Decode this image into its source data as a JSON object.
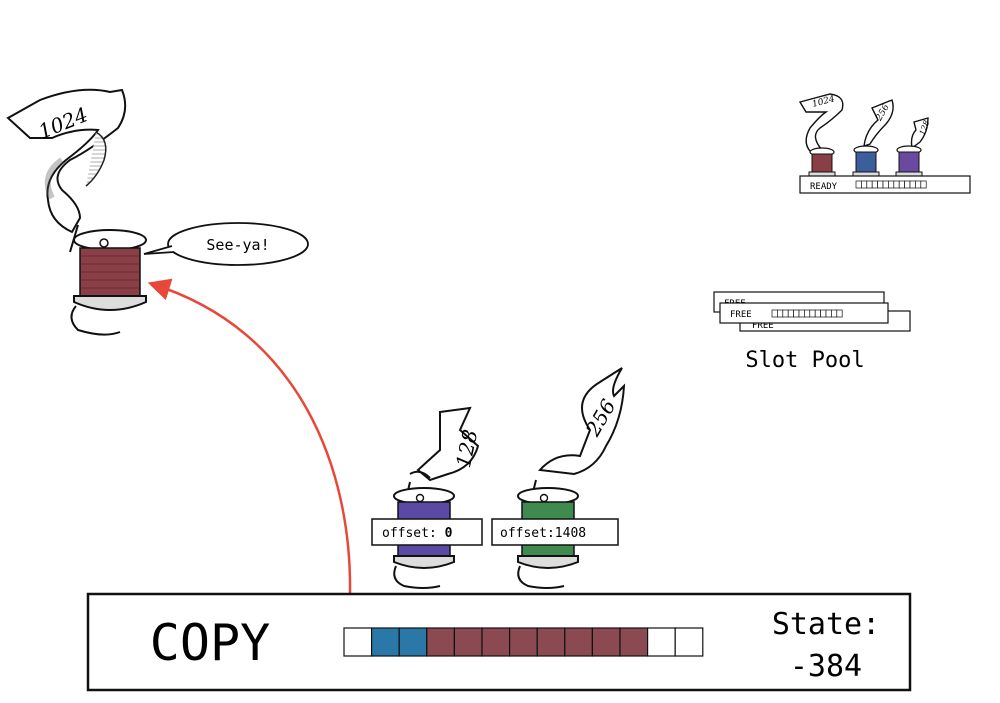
{
  "leaving_spool": {
    "size_label": "1024",
    "speech": "See-ya!",
    "thread_color": "#8a3f46"
  },
  "waiting_spools": [
    {
      "size_label": "128",
      "offset_label": "offset:",
      "offset_value": "0",
      "thread_color": "#5a4aa5"
    },
    {
      "size_label": "256",
      "offset_label": "offset:",
      "offset_value": "1408",
      "thread_color": "#3f8a4f"
    }
  ],
  "ready_slot": {
    "label": "READY",
    "spools": [
      {
        "size_label": "1024",
        "thread_color": "#8a3f46"
      },
      {
        "size_label": "256",
        "thread_color": "#3b5f9a"
      },
      {
        "size_label": "128",
        "thread_color": "#6a4aa0"
      }
    ]
  },
  "slot_pool": {
    "title": "Slot Pool",
    "slot_label": "FREE",
    "slot_count": 3
  },
  "copy_bar": {
    "operation": "COPY",
    "state_label": "State:",
    "state_value": "-384",
    "cells": [
      "empty",
      "blue",
      "blue",
      "maroon",
      "maroon",
      "maroon",
      "maroon",
      "maroon",
      "maroon",
      "maroon",
      "maroon",
      "empty",
      "empty"
    ],
    "colors": {
      "blue": "#2a78a8",
      "maroon": "#8b4a52",
      "empty": "#ffffff"
    }
  },
  "arrow_color": "#e8483a"
}
